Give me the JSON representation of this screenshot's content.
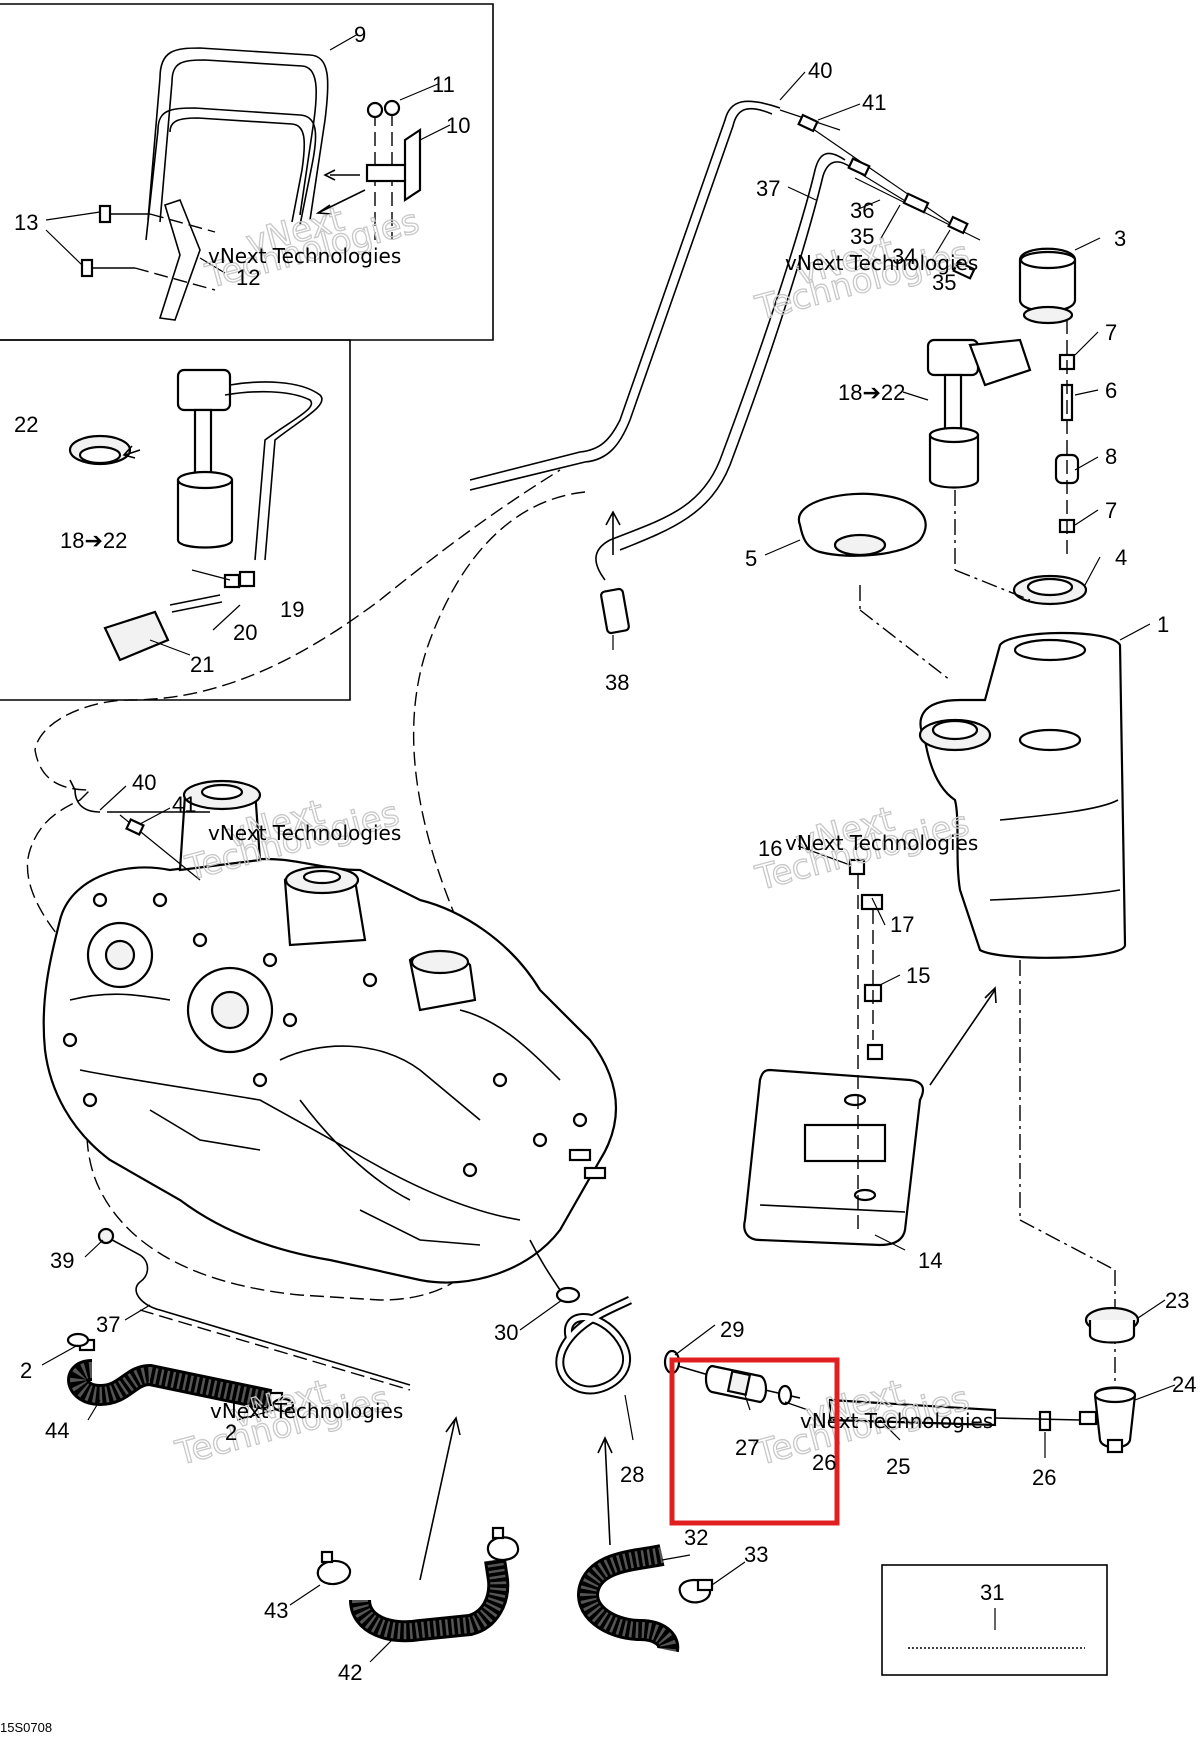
{
  "diagram_code": "15S0708",
  "watermark": {
    "company": "vNext Technologies",
    "line1": "vNext",
    "line2": "Technologies"
  },
  "callouts": {
    "c1": "1",
    "c2a": "2",
    "c2b": "2",
    "c3": "3",
    "c4": "4",
    "c5": "5",
    "c6": "6",
    "c7a": "7",
    "c7b": "7",
    "c8": "8",
    "c9": "9",
    "c10": "10",
    "c11": "11",
    "c12": "12",
    "c13": "13",
    "c14": "14",
    "c15": "15",
    "c16": "16",
    "c17": "17",
    "c18a": "18➔22",
    "c18b": "18➔22",
    "c19": "19",
    "c20": "20",
    "c21": "21",
    "c22": "22",
    "c23": "23",
    "c24": "24",
    "c25": "25",
    "c26": "26",
    "c26b": "26",
    "c27": "27",
    "c28": "28",
    "c29": "29",
    "c30": "30",
    "c31": "31",
    "c32": "32",
    "c33": "33",
    "c34": "34",
    "c35a": "35",
    "c35b": "35",
    "c36": "36",
    "c37a": "37",
    "c37b": "37",
    "c38": "38",
    "c39": "39",
    "c40a": "40",
    "c40b": "40",
    "c41a": "41",
    "c41b": "41",
    "c42": "42",
    "c43": "43",
    "c44": "44"
  },
  "highlight": {
    "part": "27",
    "color": "#e02020"
  },
  "colors": {
    "line": "#000000",
    "background": "#ffffff",
    "highlight": "#e02020"
  }
}
